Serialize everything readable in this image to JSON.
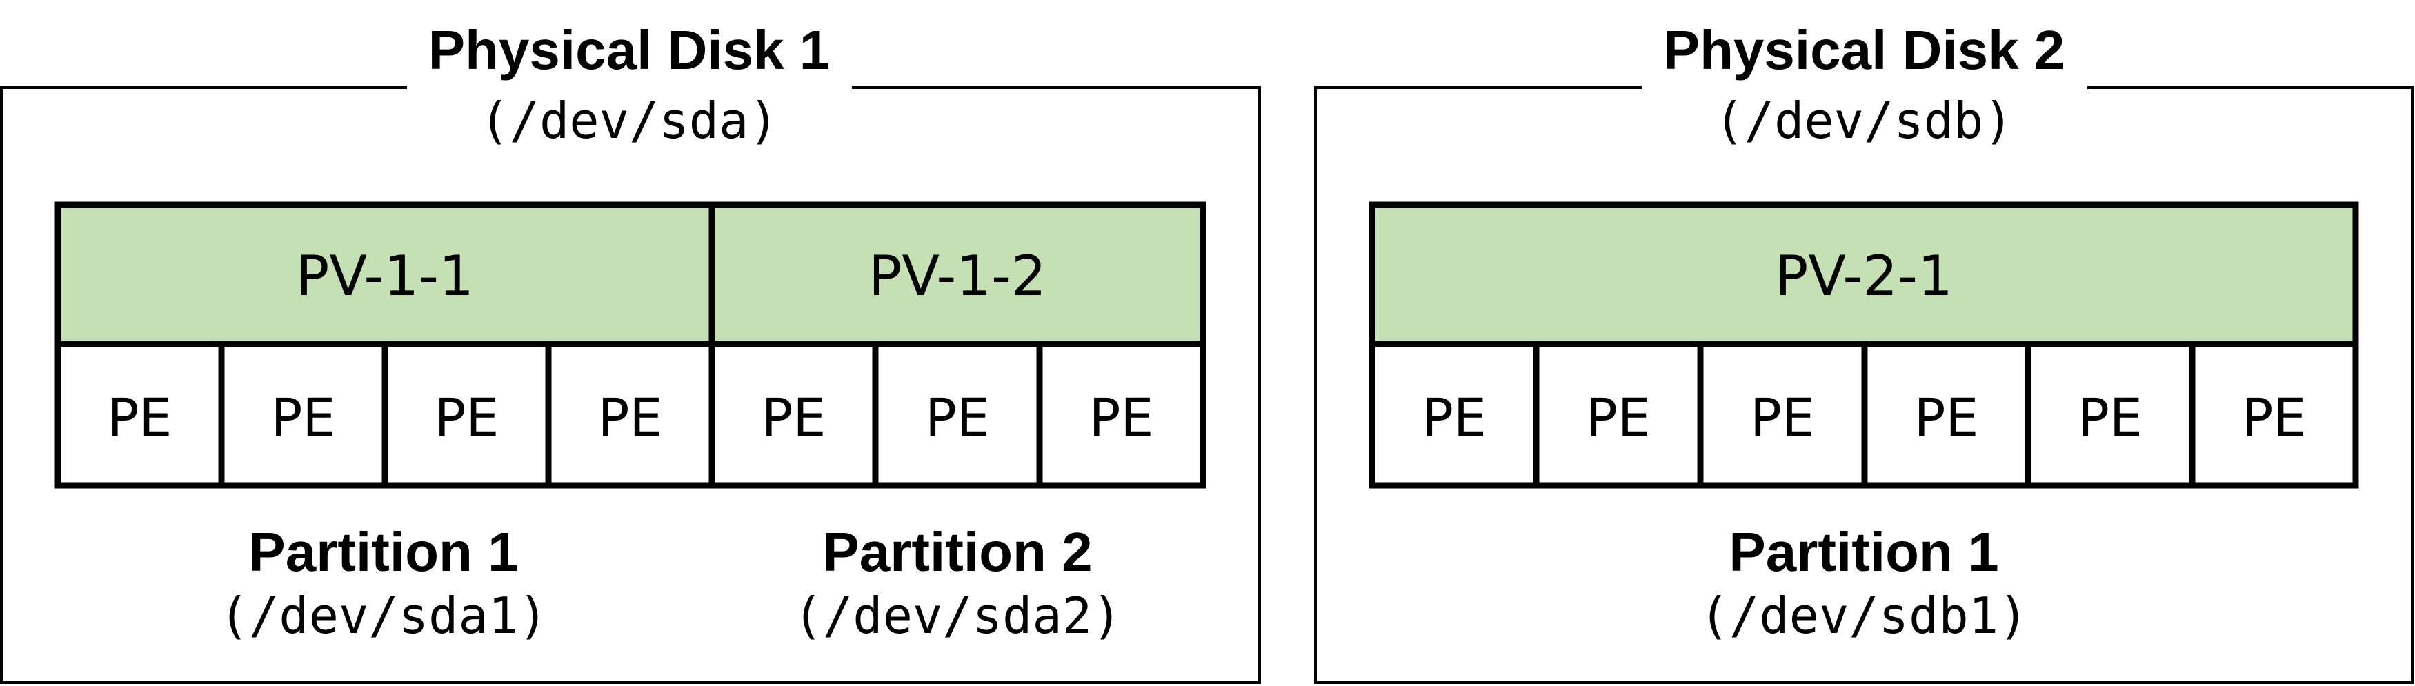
{
  "disks": [
    {
      "title": "Physical Disk 1",
      "device": "(/dev/sda)",
      "pvs": [
        {
          "label": "PV-1-1",
          "pe_count": 4
        },
        {
          "label": "PV-1-2",
          "pe_count": 3
        }
      ],
      "pe_label": "PE",
      "partitions": [
        {
          "title": "Partition 1",
          "device": "(/dev/sda1)"
        },
        {
          "title": "Partition 2",
          "device": "(/dev/sda2)"
        }
      ]
    },
    {
      "title": "Physical Disk 2",
      "device": "(/dev/sdb)",
      "pvs": [
        {
          "label": "PV-2-1",
          "pe_count": 6
        }
      ],
      "pe_label": "PE",
      "partitions": [
        {
          "title": "Partition 1",
          "device": "(/dev/sdb1)"
        }
      ]
    }
  ],
  "colors": {
    "pv_fill": "#c5e0b4",
    "pe_fill": "#ffffff",
    "stroke": "#000000"
  }
}
